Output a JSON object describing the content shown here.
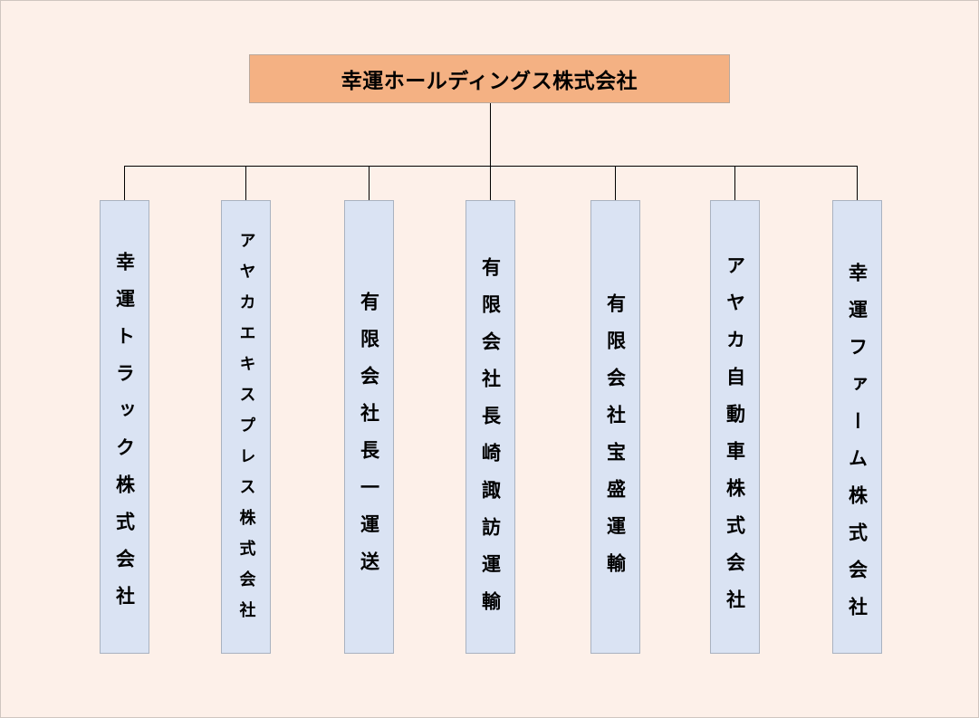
{
  "root": {
    "label": "幸運ホールディングス株式会社",
    "fill": "#f4b183"
  },
  "children": [
    {
      "label": "幸運トラック株式会社"
    },
    {
      "label": "アヤカエキスプレス株式会社"
    },
    {
      "label": "有限会社長一運送"
    },
    {
      "label": "有限会社長崎諏訪運輸"
    },
    {
      "label": "有限会社宝盛運輸"
    },
    {
      "label": "アヤカ自動車株式会社"
    },
    {
      "label": "幸運ファーム株式会社"
    }
  ],
  "colors": {
    "background": "#fdf0e9",
    "child_fill": "#dae3f3",
    "connector": "#000000"
  }
}
